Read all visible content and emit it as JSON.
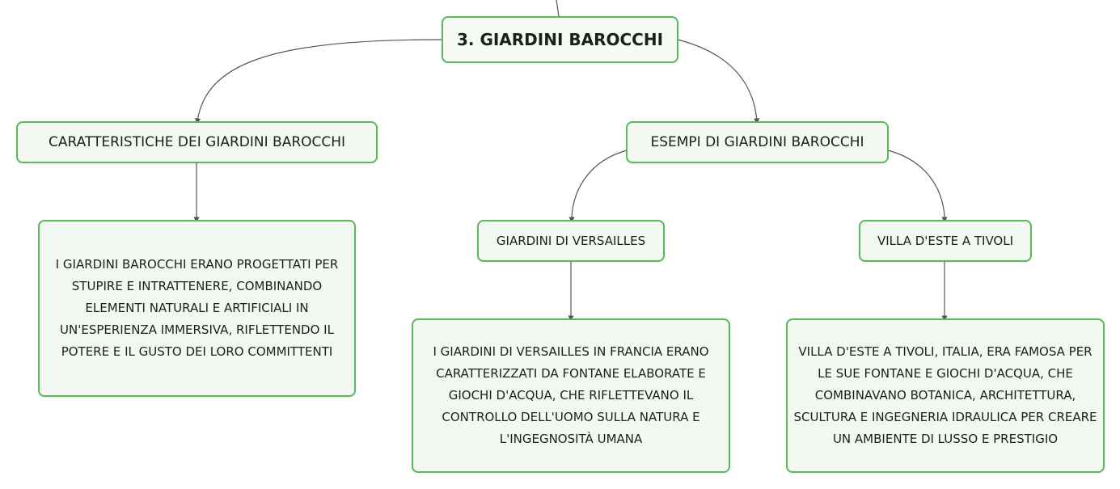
{
  "diagram": {
    "root": {
      "label": "3. GIARDINI BAROCCHI"
    },
    "branches": [
      {
        "label": "CARATTERISTICHE DEI GIARDINI BAROCCHI",
        "detail": "I GIARDINI BAROCCHI ERANO PROGETTATI PER STUPIRE E INTRATTENERE, COMBINANDO ELEMENTI NATURALI E ARTIFICIALI IN UN'ESPERIENZA IMMERSIVA, RIFLETTENDO IL POTERE E IL GUSTO DEI LORO COMMITTENTI"
      },
      {
        "label": "ESEMPI DI GIARDINI BAROCCHI",
        "children": [
          {
            "label": "GIARDINI DI VERSAILLES",
            "detail": "I GIARDINI DI VERSAILLES IN FRANCIA ERANO CARATTERIZZATI DA FONTANE ELABORATE E GIOCHI D'ACQUA, CHE RIFLETTEVANO IL CONTROLLO DELL'UOMO SULLA NATURA E L'INGEGNOSITÀ UMANA"
          },
          {
            "label": "VILLA D'ESTE A TIVOLI",
            "detail": "VILLA D'ESTE A TIVOLI, ITALIA, ERA FAMOSA PER LE SUE FONTANE E GIOCHI D'ACQUA, CHE COMBINAVANO BOTANICA, ARCHITETTURA, SCULTURA E INGEGNERIA IDRAULICA PER CREARE UN AMBIENTE DI LUSSO E PRESTIGIO"
          }
        ]
      }
    ]
  },
  "colors": {
    "node_border": "#5cb85c",
    "node_fill": "#f3f8f2",
    "connector": "#555555"
  }
}
